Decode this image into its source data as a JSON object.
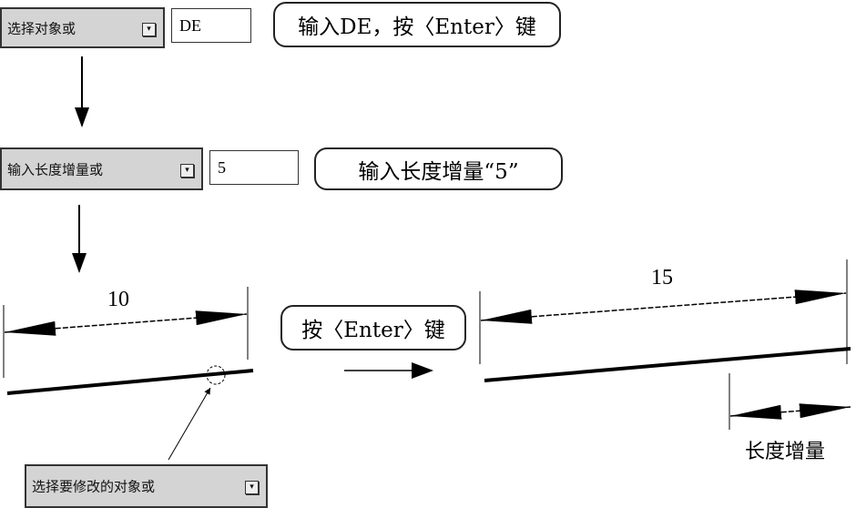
{
  "step1": {
    "prompt": "选择对象或",
    "input_value": "DE",
    "callout": "输入DE，按〈Enter〉键"
  },
  "step2": {
    "prompt": "输入长度增量或",
    "input_value": "5",
    "callout": "输入长度增量“5”"
  },
  "step3": {
    "prompt": "选择要修改的对象或",
    "callout": "按〈Enter〉键"
  },
  "dimensions": {
    "before": "10",
    "after": "15",
    "increment_label": "长度增量"
  },
  "icons": {
    "dropdown": "dropdown-arrow-icon"
  }
}
